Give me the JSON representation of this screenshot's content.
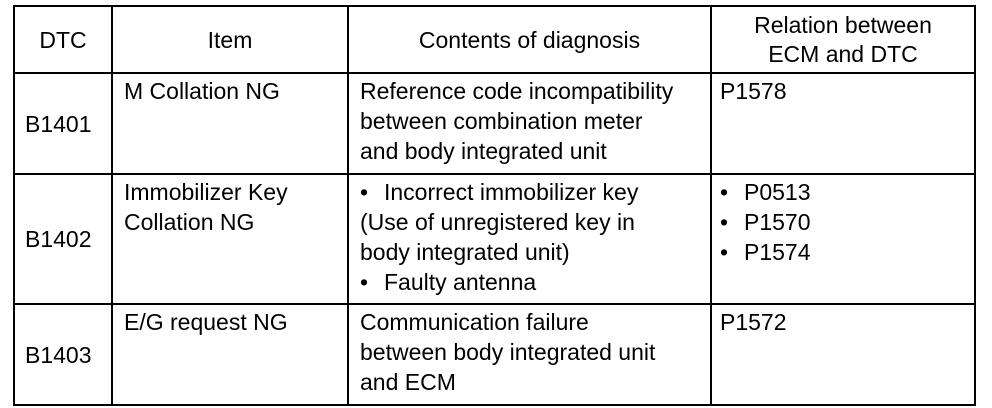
{
  "table": {
    "headers": {
      "dtc": "DTC",
      "item": "Item",
      "contents": "Contents of diagnosis",
      "relation_line1": "Relation between",
      "relation_line2": "ECM and DTC"
    },
    "rows": [
      {
        "dtc": "B1401",
        "item_lines": [
          "M Collation NG"
        ],
        "contents_lines": [
          "Reference code incompatibility",
          "between combination meter",
          "and body integrated unit"
        ],
        "relation": "P1578"
      },
      {
        "dtc": "B1402",
        "item_lines": [
          "Immobilizer Key",
          "Collation NG"
        ],
        "contents_bullet1": "Incorrect immobilizer key",
        "contents_lines": [
          "(Use of unregistered key in",
          "body integrated unit)"
        ],
        "contents_bullet2": "Faulty antenna",
        "relation_list": [
          "P0513",
          "P1570",
          "P1574"
        ]
      },
      {
        "dtc": "B1403",
        "item_lines": [
          "E/G request NG"
        ],
        "contents_lines": [
          "Communication failure",
          "between body integrated unit",
          "and ECM"
        ],
        "relation": "P1572"
      }
    ],
    "bullet_glyph": "•"
  }
}
